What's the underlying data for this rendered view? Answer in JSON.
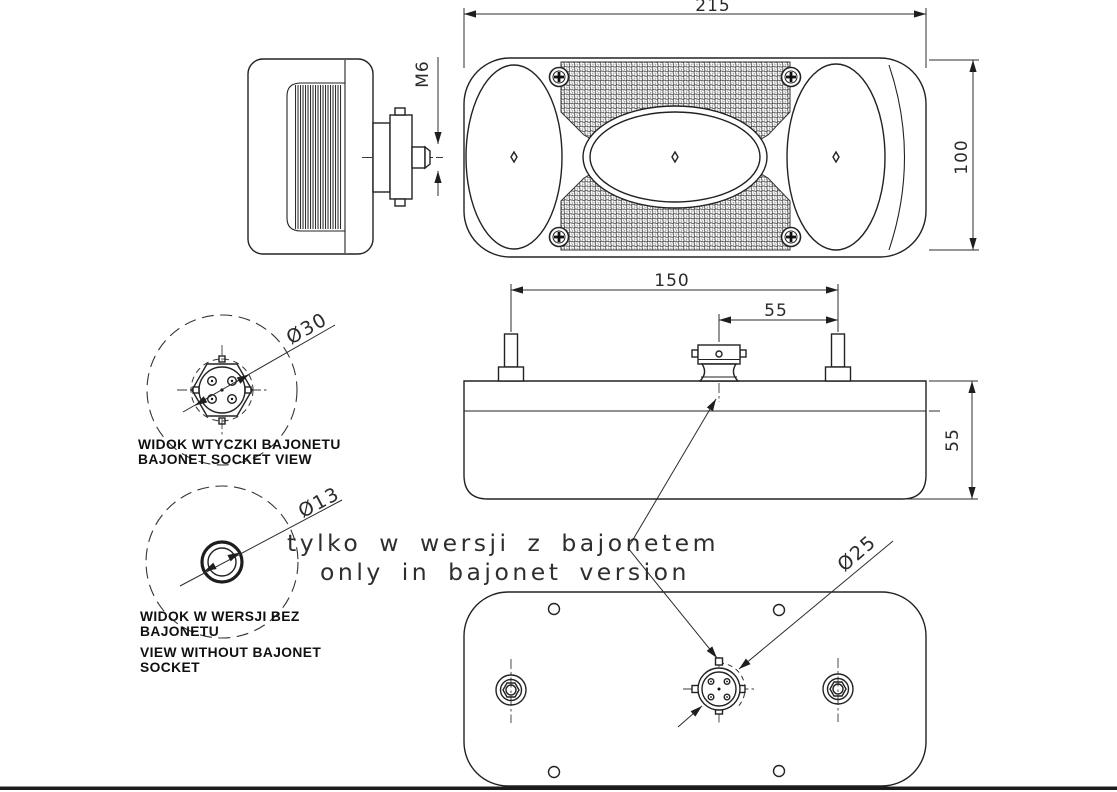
{
  "drawing": {
    "dimensions": {
      "front_width": "215",
      "front_height": "100",
      "stud_thread": "M6",
      "stud_spacing": "150",
      "connector_offset": "55",
      "body_depth": "55",
      "socket_diameter": "Ø30",
      "grommet_diameter": "Ø13",
      "connector_diameter": "Ø25"
    },
    "labels": {
      "socket_view_pl": "WIDOK WTYCZKI BAJONETU",
      "socket_view_en": "BAJONET SOCKET VIEW",
      "no_socket_pl_1": "WIDOK W WERSJI BEZ",
      "no_socket_pl_2": "BAJONETU",
      "no_socket_en_1": "VIEW WITHOUT BAJONET",
      "no_socket_en_2": "SOCKET",
      "note_pl": "tylko w wersji z bajonetem",
      "note_en": "only in bajonet version"
    }
  }
}
